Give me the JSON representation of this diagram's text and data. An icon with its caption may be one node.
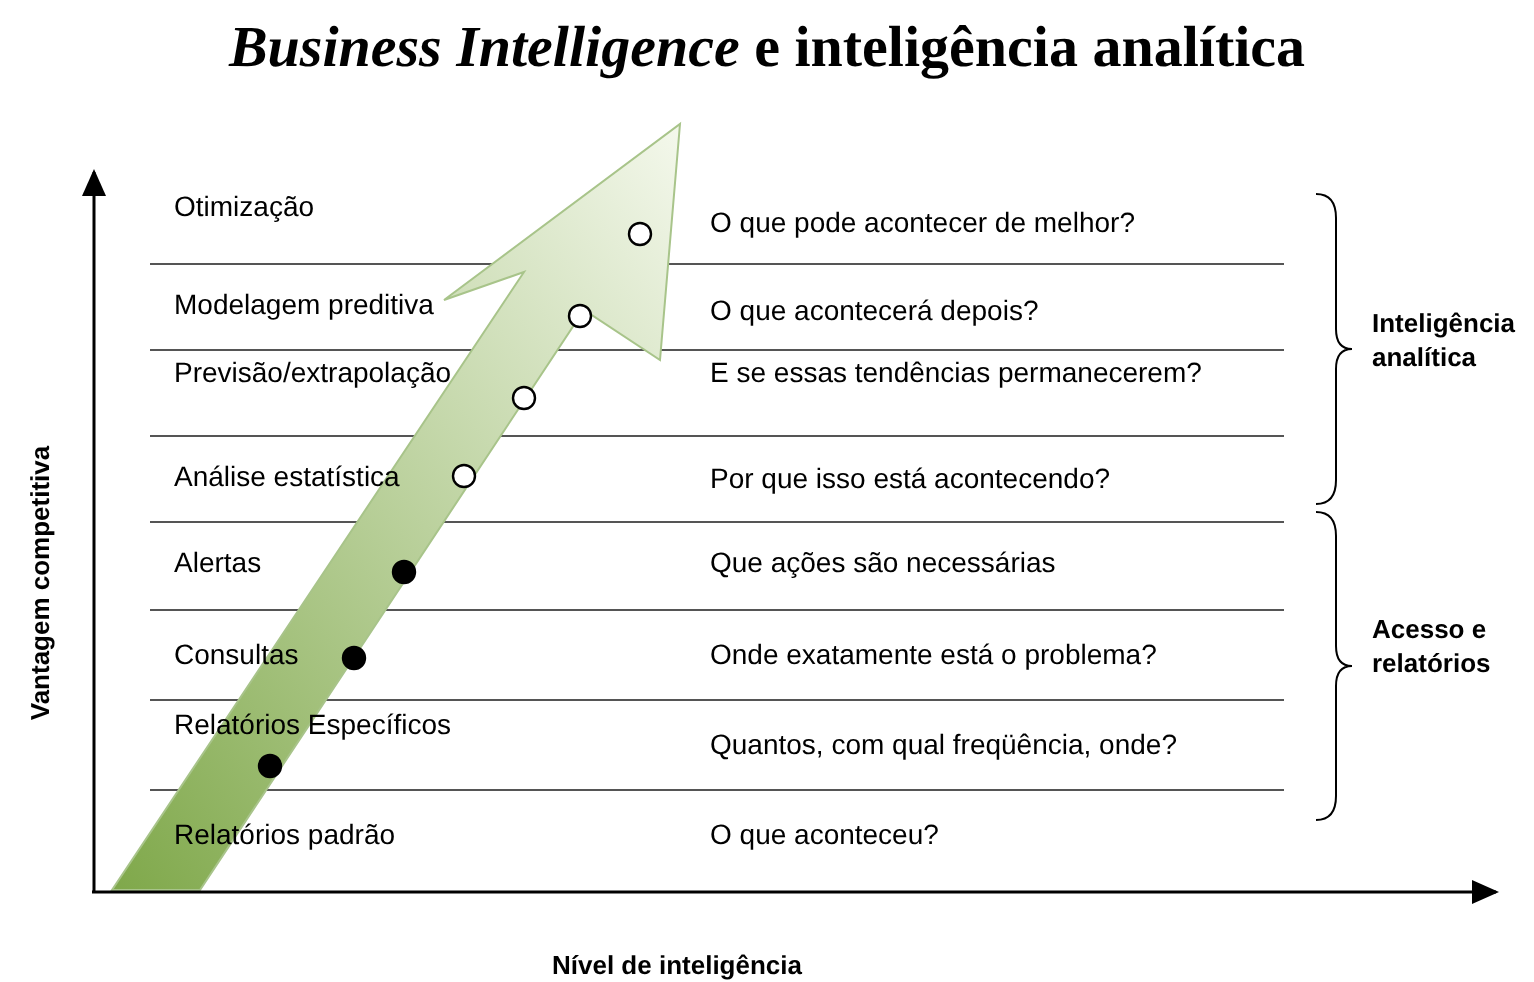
{
  "diagram": {
    "title": "*Business Intelligence* e inteligência analítica",
    "labels": [
      "Otimização",
      "O que pode acontecer de melhor?",
      "Modelagem preditiva",
      "O que acontecerá depois?",
      "Previsão/extrapolação",
      "E se essas tendências permanecerem?",
      "Análise estatística",
      "Por que isso está acontecendo?",
      "Alertas",
      "Que ações são necessárias",
      "Consultas",
      "Onde exatamente está o problema?",
      "Relatórios Específicos",
      "Quantos, com qual freqüência, onde?",
      "Relatórios padrão",
      "O que aconteceu?",
      "Inteligência analítica",
      "Acesso e relatórios",
      "Vantagem competitiva",
      "Nível de inteligência"
    ]
  }
}
